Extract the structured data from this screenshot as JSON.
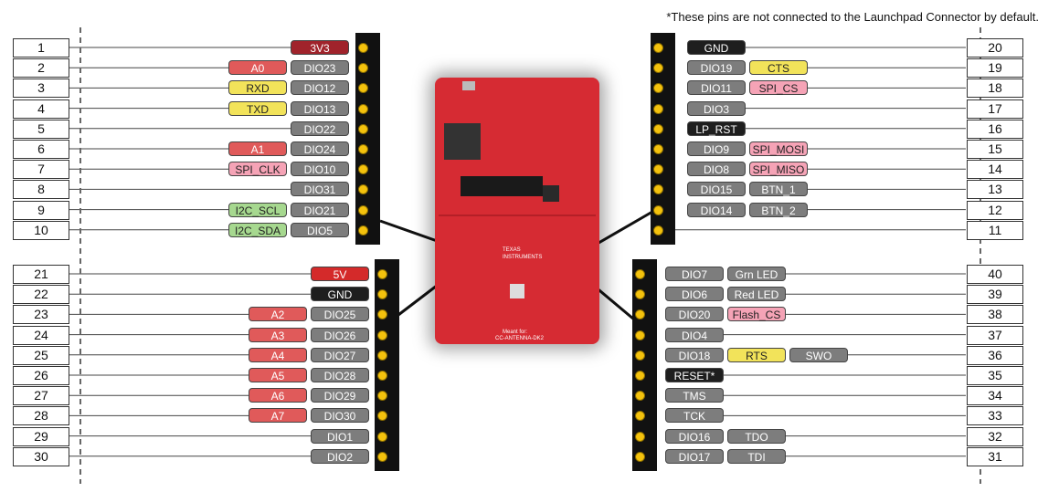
{
  "note": "*These pins are not connected to the Launchpad Connector by default.",
  "board_text": {
    "logo_line1": "TEXAS",
    "logo_line2": "INSTRUMENTS",
    "bottom_line1": "Meant for:",
    "bottom_line2": "CC-ANTENNA-DK2"
  },
  "left_top": [
    {
      "num": "1",
      "tags": [
        {
          "text": "3V3",
          "c": "dred"
        }
      ]
    },
    {
      "num": "2",
      "tags": [
        {
          "text": "A0",
          "c": "red"
        },
        {
          "text": "DIO23",
          "c": "gray"
        }
      ]
    },
    {
      "num": "3",
      "tags": [
        {
          "text": "RXD",
          "c": "yel"
        },
        {
          "text": "DIO12",
          "c": "gray"
        }
      ]
    },
    {
      "num": "4",
      "tags": [
        {
          "text": "TXD",
          "c": "yel"
        },
        {
          "text": "DIO13",
          "c": "gray"
        }
      ]
    },
    {
      "num": "5",
      "tags": [
        {
          "text": "DIO22",
          "c": "gray"
        }
      ]
    },
    {
      "num": "6",
      "tags": [
        {
          "text": "A1",
          "c": "red"
        },
        {
          "text": "DIO24",
          "c": "gray"
        }
      ]
    },
    {
      "num": "7",
      "tags": [
        {
          "text": "SPI_CLK",
          "c": "pink"
        },
        {
          "text": "DIO10",
          "c": "gray"
        }
      ]
    },
    {
      "num": "8",
      "tags": [
        {
          "text": "DIO31",
          "c": "gray"
        }
      ]
    },
    {
      "num": "9",
      "tags": [
        {
          "text": "I2C_SCL",
          "c": "grn"
        },
        {
          "text": "DIO21",
          "c": "gray"
        }
      ]
    },
    {
      "num": "10",
      "tags": [
        {
          "text": "I2C_SDA",
          "c": "grn"
        },
        {
          "text": "DIO5",
          "c": "gray"
        }
      ]
    }
  ],
  "left_bottom": [
    {
      "num": "21",
      "tags": [
        {
          "text": "5V",
          "c": "pwr"
        }
      ]
    },
    {
      "num": "22",
      "tags": [
        {
          "text": "GND",
          "c": "blk"
        }
      ]
    },
    {
      "num": "23",
      "tags": [
        {
          "text": "A2",
          "c": "red"
        },
        {
          "text": "DIO25",
          "c": "gray"
        }
      ]
    },
    {
      "num": "24",
      "tags": [
        {
          "text": "A3",
          "c": "red"
        },
        {
          "text": "DIO26",
          "c": "gray"
        }
      ]
    },
    {
      "num": "25",
      "tags": [
        {
          "text": "A4",
          "c": "red"
        },
        {
          "text": "DIO27",
          "c": "gray"
        }
      ]
    },
    {
      "num": "26",
      "tags": [
        {
          "text": "A5",
          "c": "red"
        },
        {
          "text": "DIO28",
          "c": "gray"
        }
      ]
    },
    {
      "num": "27",
      "tags": [
        {
          "text": "A6",
          "c": "red"
        },
        {
          "text": "DIO29",
          "c": "gray"
        }
      ]
    },
    {
      "num": "28",
      "tags": [
        {
          "text": "A7",
          "c": "red"
        },
        {
          "text": "DIO30",
          "c": "gray"
        }
      ]
    },
    {
      "num": "29",
      "tags": [
        {
          "text": "DIO1",
          "c": "gray"
        }
      ]
    },
    {
      "num": "30",
      "tags": [
        {
          "text": "DIO2",
          "c": "gray"
        }
      ]
    }
  ],
  "right_top": [
    {
      "num": "20",
      "tags": [
        {
          "text": "GND",
          "c": "blk"
        }
      ]
    },
    {
      "num": "19",
      "tags": [
        {
          "text": "DIO19",
          "c": "gray"
        },
        {
          "text": "CTS",
          "c": "yel"
        }
      ]
    },
    {
      "num": "18",
      "tags": [
        {
          "text": "DIO11",
          "c": "gray"
        },
        {
          "text": "SPI_CS",
          "c": "pink"
        }
      ]
    },
    {
      "num": "17",
      "tags": [
        {
          "text": "DIO3",
          "c": "gray"
        }
      ]
    },
    {
      "num": "16",
      "tags": [
        {
          "text": "LP_RST",
          "c": "blk"
        }
      ]
    },
    {
      "num": "15",
      "tags": [
        {
          "text": "DIO9",
          "c": "gray"
        },
        {
          "text": "SPI_MOSI",
          "c": "pink"
        }
      ]
    },
    {
      "num": "14",
      "tags": [
        {
          "text": "DIO8",
          "c": "gray"
        },
        {
          "text": "SPI_MISO",
          "c": "pink"
        }
      ]
    },
    {
      "num": "13",
      "tags": [
        {
          "text": "DIO15",
          "c": "gray"
        },
        {
          "text": "BTN_1",
          "c": "gray"
        }
      ]
    },
    {
      "num": "12",
      "tags": [
        {
          "text": "DIO14",
          "c": "gray"
        },
        {
          "text": "BTN_2",
          "c": "gray"
        }
      ]
    },
    {
      "num": "11",
      "tags": []
    }
  ],
  "right_bottom": [
    {
      "num": "40",
      "tags": [
        {
          "text": "DIO7",
          "c": "gray"
        },
        {
          "text": "Grn LED",
          "c": "gray"
        }
      ]
    },
    {
      "num": "39",
      "tags": [
        {
          "text": "DIO6",
          "c": "gray"
        },
        {
          "text": "Red LED",
          "c": "gray"
        }
      ]
    },
    {
      "num": "38",
      "tags": [
        {
          "text": "DIO20",
          "c": "gray"
        },
        {
          "text": "Flash_CS",
          "c": "pink"
        }
      ]
    },
    {
      "num": "37",
      "tags": [
        {
          "text": "DIO4",
          "c": "gray"
        }
      ]
    },
    {
      "num": "36",
      "tags": [
        {
          "text": "DIO18",
          "c": "gray"
        },
        {
          "text": "RTS",
          "c": "yel"
        },
        {
          "text": "SWO",
          "c": "gray"
        }
      ]
    },
    {
      "num": "35",
      "tags": [
        {
          "text": "RESET*",
          "c": "blk"
        }
      ]
    },
    {
      "num": "34",
      "tags": [
        {
          "text": "TMS",
          "c": "gray"
        }
      ]
    },
    {
      "num": "33",
      "tags": [
        {
          "text": "TCK",
          "c": "gray"
        }
      ]
    },
    {
      "num": "32",
      "tags": [
        {
          "text": "DIO16",
          "c": "gray"
        },
        {
          "text": "TDO",
          "c": "gray"
        }
      ]
    },
    {
      "num": "31",
      "tags": [
        {
          "text": "DIO17",
          "c": "gray"
        },
        {
          "text": "TDI",
          "c": "gray"
        }
      ]
    }
  ]
}
